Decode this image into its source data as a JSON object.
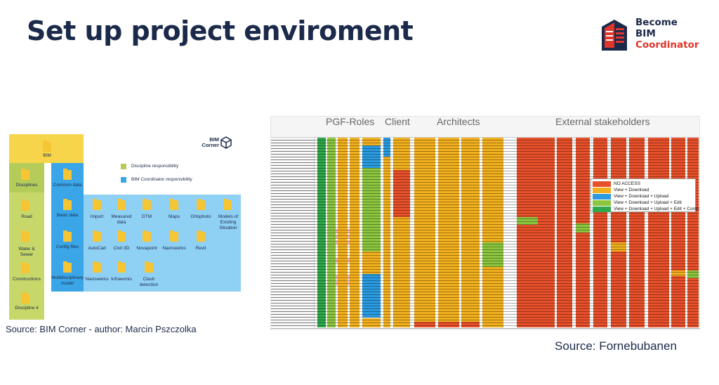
{
  "slide": {
    "title": "Set up project enviroment"
  },
  "logo": {
    "line1": "Become",
    "line2": "BIM",
    "line3": "Coordinator",
    "colors": {
      "navy": "#1b2a4a",
      "red": "#e0352b"
    }
  },
  "diagram": {
    "top": "BIM",
    "disciplines": {
      "header": "Disciplines",
      "items": [
        "Road",
        "Water & Sewer",
        "Constructions",
        "Discipline 4"
      ]
    },
    "common": {
      "header": "Common data",
      "items": [
        "Basic data",
        "Config files",
        "Multidisciplinary model"
      ]
    },
    "apps": [
      "Import",
      "Measured data",
      "DTM",
      "Maps",
      "Ortophoto",
      "Models of Existing Situation",
      "AutoCad",
      "Civil 3D",
      "Novapoint",
      "Naviswerks",
      "Revit",
      "Naviswerks",
      "Infraworks",
      "Clash detection"
    ],
    "legend": [
      {
        "label": "Discipline responsibility",
        "color": "#b5cc5a"
      },
      {
        "label": "BIM Coordinator responsibility",
        "color": "#3aa6e8"
      }
    ],
    "brand": {
      "line1": "BIM",
      "line2": "Corner"
    },
    "colors": {
      "bim": "#f7d54a",
      "discipline": "#c7d769",
      "common": "#3aa6e8",
      "apps": "#8fd0f5",
      "folder": "#f6c533"
    }
  },
  "source_left": "Source: BIM Corner - author: Marcin Pszczolka",
  "source_right": "Source: Fornebubanen",
  "matrix": {
    "headings": [
      "PGF-Roles",
      "Client",
      "Architects",
      "External stakeholders"
    ],
    "legend": [
      {
        "label": "NO ACCESS",
        "color": "#e8502a"
      },
      {
        "label": "View + Download",
        "color": "#f2b01e"
      },
      {
        "label": "View + Download + Upload",
        "color": "#2a9be0"
      },
      {
        "label": "View + Download + Upload + Edit",
        "color": "#8cc63f"
      },
      {
        "label": "View + Download + Upload + Edit + Control",
        "color": "#2ea84a"
      }
    ]
  }
}
